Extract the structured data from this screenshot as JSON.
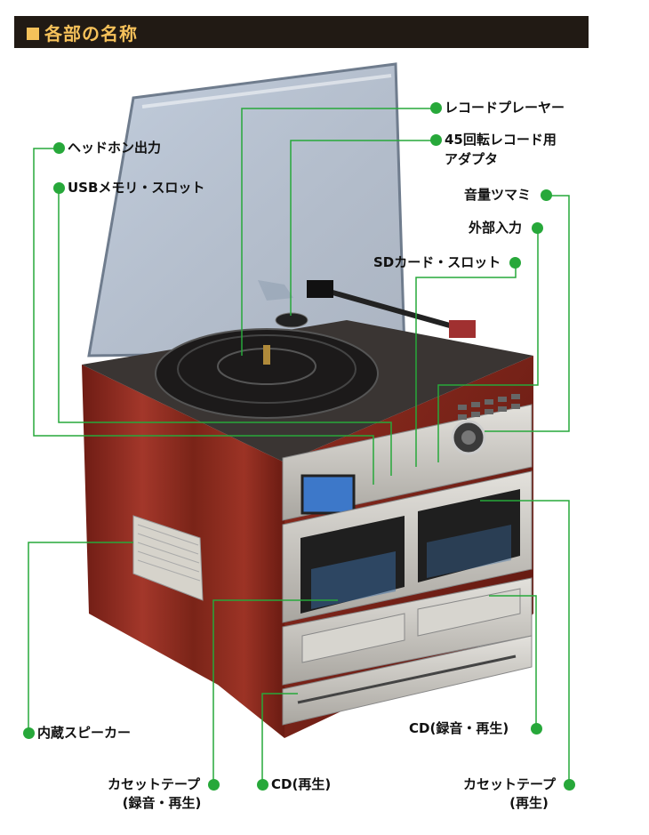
{
  "header": {
    "title": "各部の名称"
  },
  "colors": {
    "header_bg": "#211a14",
    "header_text": "#f5c15a",
    "leader_line": "#27a83a",
    "cabinet": "#8a2a1f",
    "panel": "#c9c6bf"
  },
  "labels": {
    "record_player": "レコードプレーヤー",
    "adapter_line1": "45回転レコード用",
    "adapter_line2": "アダプタ",
    "headphone": "ヘッドホン出力",
    "usb_slot": "USBメモリ・スロット",
    "volume_knob": "音量ツマミ",
    "external_input": "外部入力",
    "sd_slot": "SDカード・スロット",
    "speaker": "内蔵スピーカー",
    "cd_record_play": "CD(録音・再生)",
    "cassette_rec_line1": "カセットテープ",
    "cassette_rec_line2": "(録音・再生)",
    "cd_play": "CD(再生)",
    "cassette_play_line1": "カセットテープ",
    "cassette_play_line2": "(再生)"
  }
}
